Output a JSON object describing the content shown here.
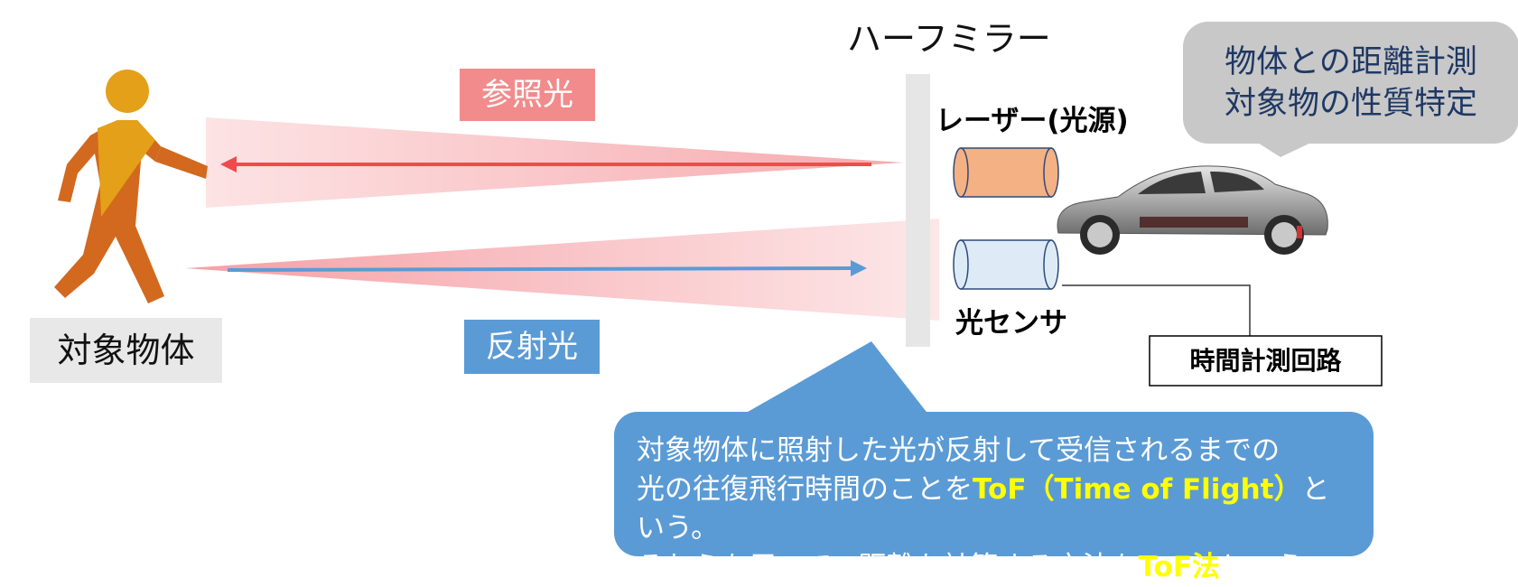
{
  "labels": {
    "half_mirror": "ハーフミラー",
    "reference_light": "参照光",
    "reflected_light": "反射光",
    "target_object": "対象物体",
    "laser": "レーザー(光源)",
    "light_sensor": "光センサ",
    "timing_circuit": "時間計測回路"
  },
  "top_callout": {
    "line1": "物体との距離計測",
    "line2": "対象物の性質特定"
  },
  "bottom_callout": {
    "line1": "対象物体に照射した光が反射して受信されるまでの",
    "line2_pre": "光の往復飛行時間のことを",
    "line2_hl": "ToF（Time of Flight）",
    "line2_post": "という。",
    "line3_pre": "それらを用いて、距離を計算する方法を",
    "line3_hl": "ToF法",
    "line3_post": "という。"
  },
  "colors": {
    "reference_box": "#f28b8b",
    "reflected_box": "#5b9bd5",
    "beam_pink": "#f9c7c9",
    "arrow_red": "#f04b4b",
    "arrow_blue": "#5b9bd5",
    "top_callout_bg": "#c8c8c8",
    "top_callout_text": "#1f3864",
    "bottom_callout_bg": "#5b9bd5",
    "highlight": "#ffff00",
    "person_dark": "#d2691e",
    "person_light": "#e3a018"
  }
}
